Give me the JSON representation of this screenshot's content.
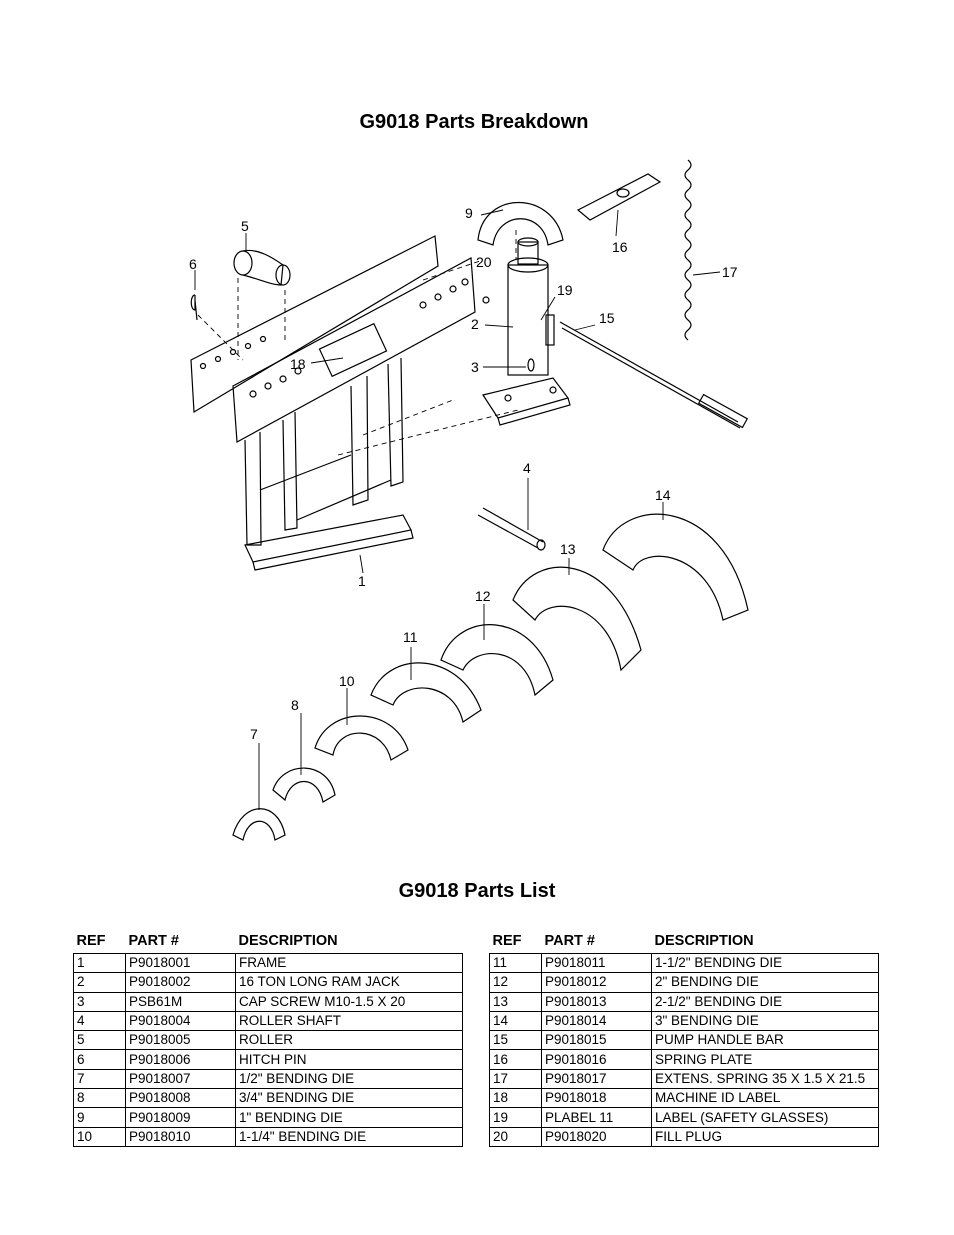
{
  "titles": {
    "breakdown": "G9018 Parts Breakdown",
    "list": "G9018 Parts List"
  },
  "diagram": {
    "callouts": [
      "1",
      "2",
      "3",
      "4",
      "5",
      "6",
      "7",
      "8",
      "9",
      "10",
      "11",
      "12",
      "13",
      "14",
      "15",
      "16",
      "17",
      "18",
      "19",
      "20"
    ]
  },
  "table": {
    "headers": [
      "REF",
      "PART #",
      "DESCRIPTION"
    ],
    "left": [
      [
        "1",
        "P9018001",
        "FRAME"
      ],
      [
        "2",
        "P9018002",
        "16 TON LONG RAM JACK"
      ],
      [
        "3",
        "PSB61M",
        "CAP SCREW M10-1.5 X 20"
      ],
      [
        "4",
        "P9018004",
        "ROLLER SHAFT"
      ],
      [
        "5",
        "P9018005",
        "ROLLER"
      ],
      [
        "6",
        "P9018006",
        "HITCH PIN"
      ],
      [
        "7",
        "P9018007",
        "1/2\" BENDING DIE"
      ],
      [
        "8",
        "P9018008",
        "3/4\" BENDING DIE"
      ],
      [
        "9",
        "P9018009",
        "1\" BENDING DIE"
      ],
      [
        "10",
        "P9018010",
        "1-1/4\" BENDING DIE"
      ]
    ],
    "right": [
      [
        "11",
        "P9018011",
        "1-1/2\" BENDING DIE"
      ],
      [
        "12",
        "P9018012",
        "2\" BENDING DIE"
      ],
      [
        "13",
        "P9018013",
        "2-1/2\" BENDING DIE"
      ],
      [
        "14",
        "P9018014",
        "3\" BENDING DIE"
      ],
      [
        "15",
        "P9018015",
        "PUMP HANDLE BAR"
      ],
      [
        "16",
        "P9018016",
        "SPRING PLATE"
      ],
      [
        "17",
        "P9018017",
        "EXTENS. SPRING 35 X 1.5 X 21.5"
      ],
      [
        "18",
        "P9018018",
        "MACHINE ID LABEL"
      ],
      [
        "19",
        "PLABEL 11",
        "LABEL (SAFETY GLASSES)"
      ],
      [
        "20",
        "P9018020",
        "FILL PLUG"
      ]
    ]
  }
}
